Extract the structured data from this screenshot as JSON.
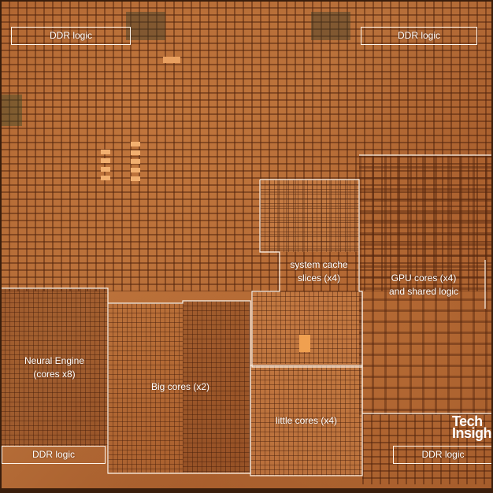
{
  "labels": {
    "ddr_top_left": "DDR logic",
    "ddr_top_right": "DDR logic",
    "ddr_bottom_left": "DDR logic",
    "ddr_bottom_right": "DDR logic",
    "system_cache_line1": "system cache",
    "system_cache_line2": "slices (x4)",
    "gpu_line1": "GPU cores (x4)",
    "gpu_line2": "and shared logic",
    "neural_line1": "Neural Engine",
    "neural_line2": "(cores x8)",
    "big_cores": "Big cores (x2)",
    "little_cores": "little cores (x4)"
  },
  "watermark": {
    "line1": "Tech",
    "line2": "Insigh"
  },
  "colors": {
    "die": "#b0682f",
    "outline": "#fff6ec",
    "label": "#ffffff"
  }
}
